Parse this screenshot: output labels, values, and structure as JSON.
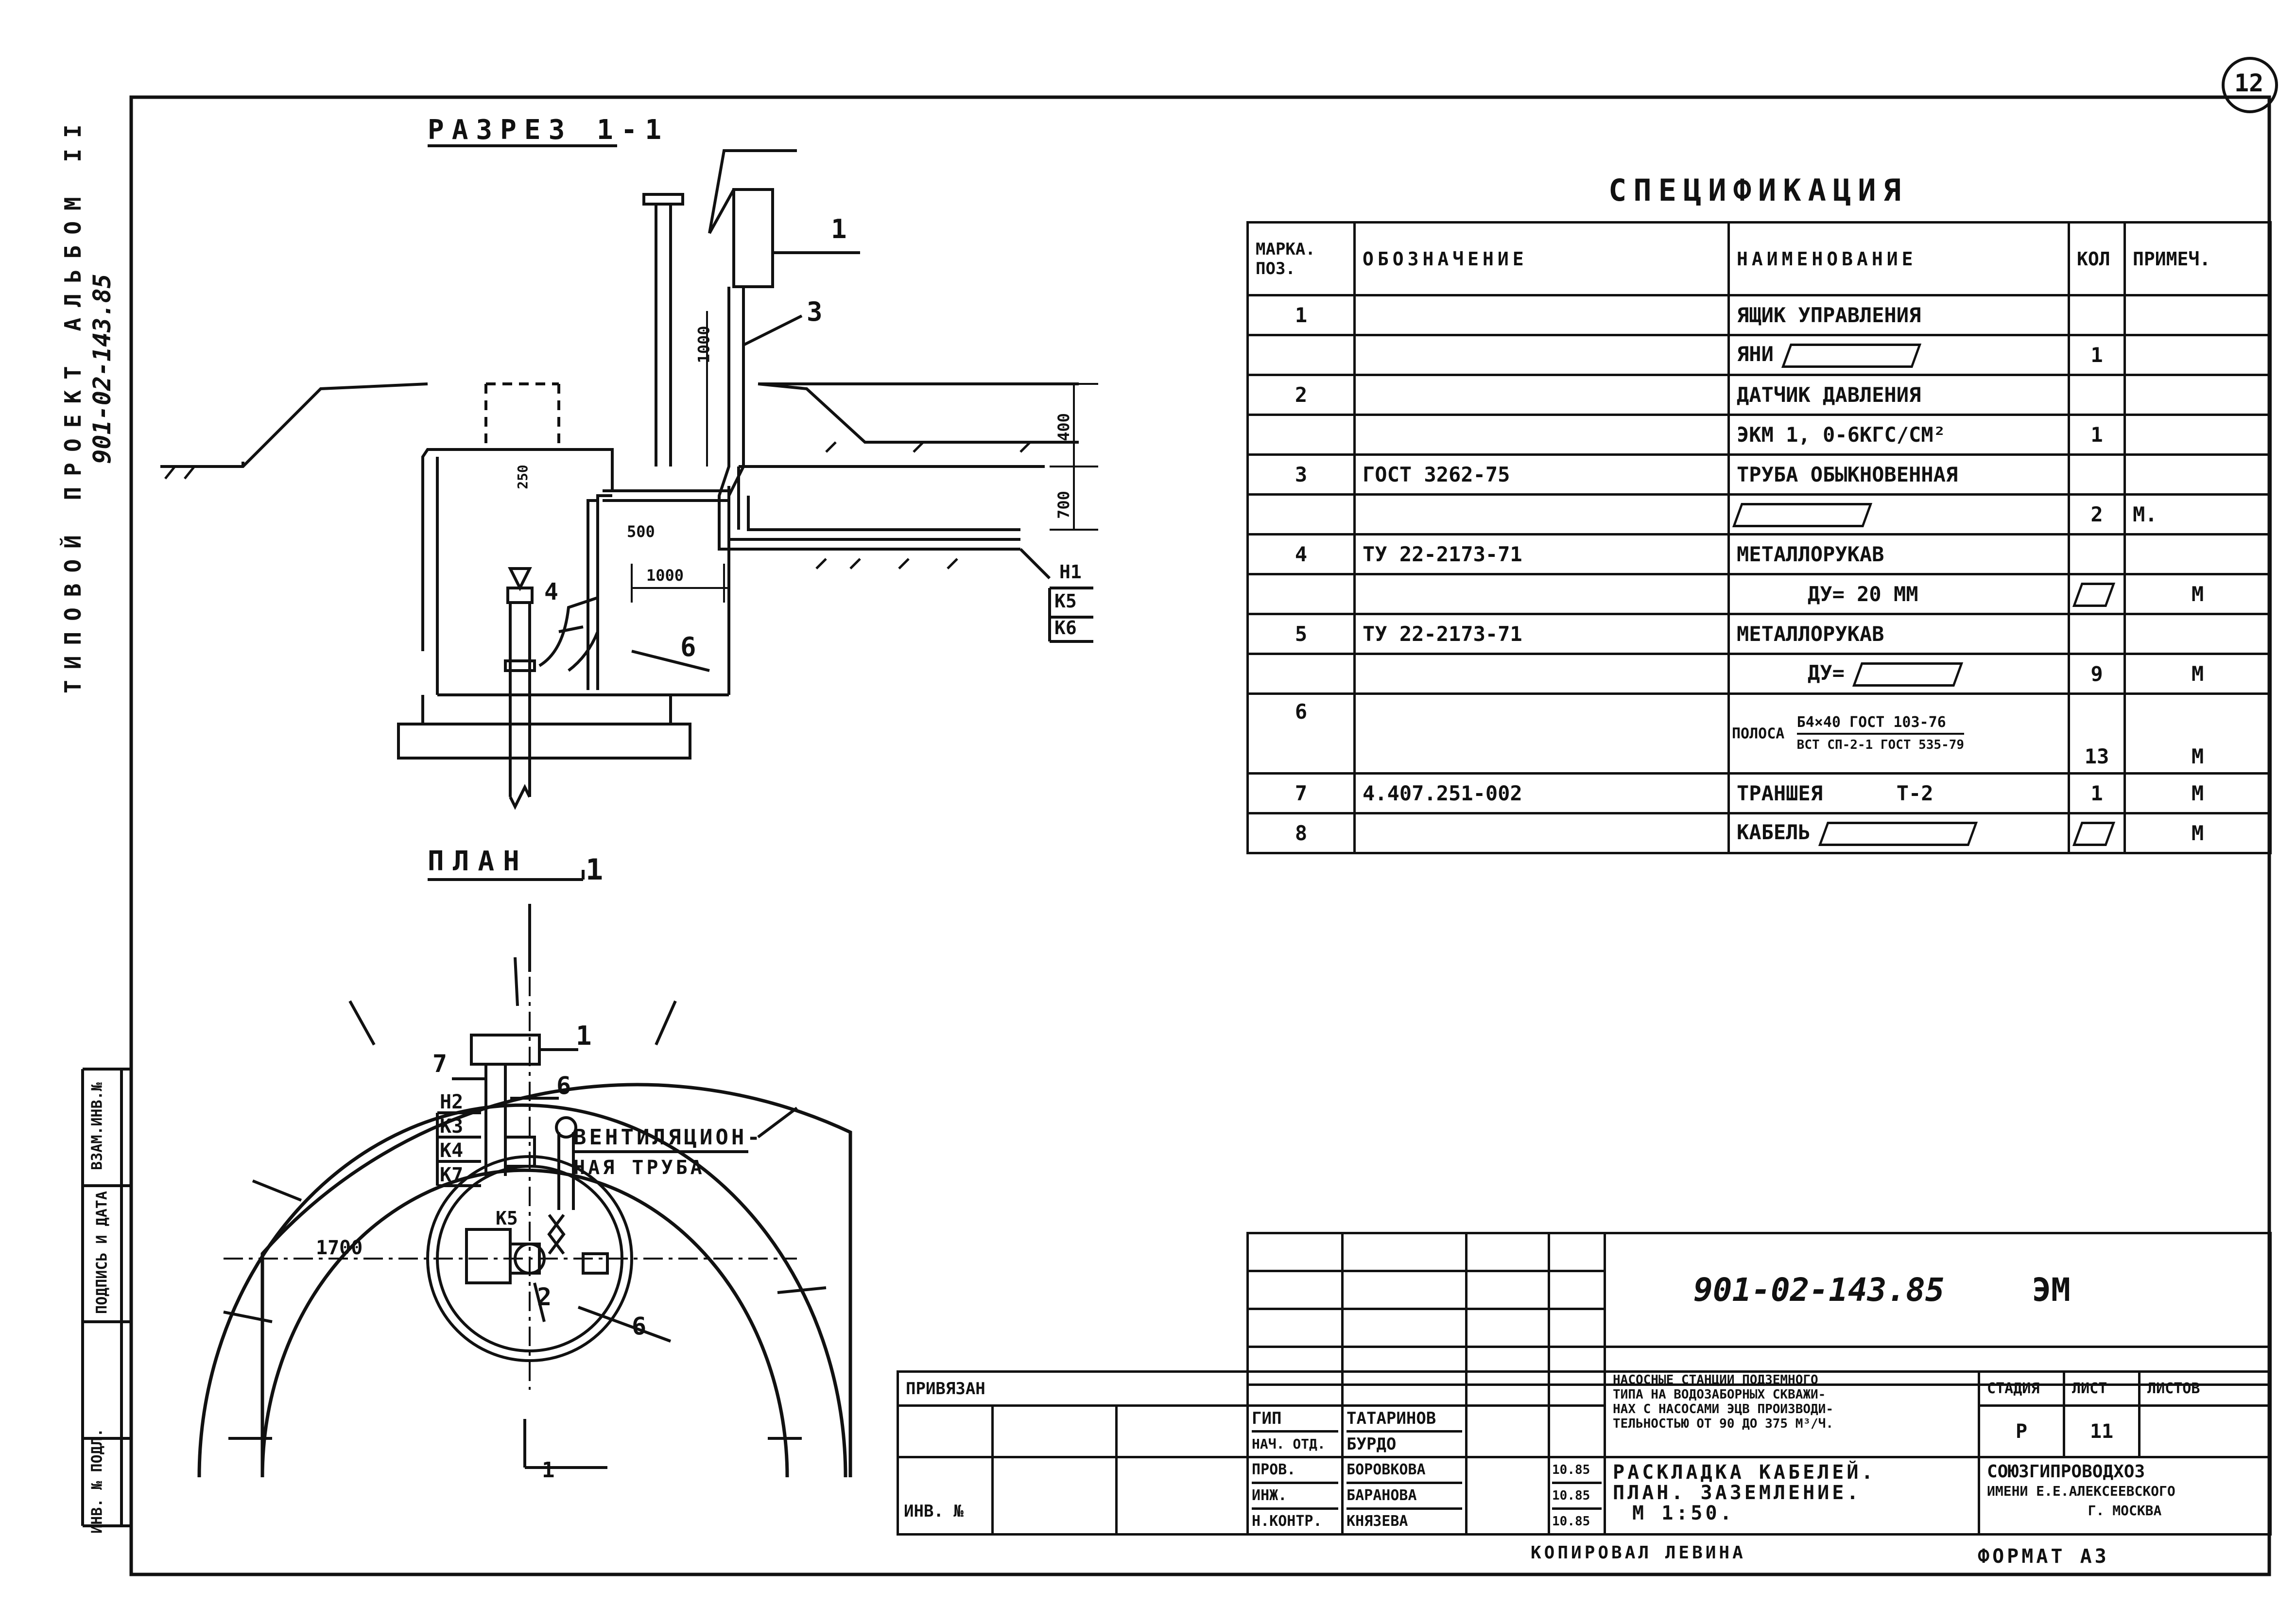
{
  "page_badge": "12",
  "side_album": "ТИПОВОЙ ПРОЕКТ   АЛЬБОМ II",
  "side_code": "901-02-143.85",
  "side_stamps": [
    "ВЗАМ.ИНВ.№",
    "ПОДПИСЬ И ДАТА",
    "ИНВ. № ПОДЛ."
  ],
  "section_title": "РАЗРЕЗ 1-1",
  "plan_title": "ПЛАН",
  "plan_cut_mark": "1",
  "section_dims": {
    "d1000_vert": "1000",
    "d400": "400",
    "d700": "700",
    "d250": "250",
    "d500": "500",
    "d1000_horiz": "1000"
  },
  "section_leaders": {
    "l1": "1",
    "l3": "3",
    "l4": "4",
    "l6": "6"
  },
  "section_cables": [
    "Н1",
    "К5",
    "К6"
  ],
  "plan_leaders": {
    "l1": "1",
    "l7": "7",
    "l6a": "6",
    "l2": "2",
    "l6b": "6",
    "lk5": "К5"
  },
  "plan_cables": [
    "Н2",
    "К3",
    "К4",
    "К7"
  ],
  "plan_dim": "1700",
  "plan_vent": [
    "ВЕНТИЛЯЦИОН-",
    "НАЯ ТРУБА"
  ],
  "plan_bottom_cut": "1",
  "spec": {
    "title": "СПЕЦИФИКАЦИЯ",
    "headers": [
      "МАРКА. ПОЗ.",
      "ОБОЗНАЧЕНИЕ",
      "НАИМЕНОВАНИЕ",
      "КОЛ",
      "ПРИМЕЧ."
    ],
    "rows": [
      [
        "1",
        "",
        "ЯЩИК УПРАВЛЕНИЯ",
        "",
        ""
      ],
      [
        "",
        "",
        "ЯНИ",
        "1",
        ""
      ],
      [
        "2",
        "",
        "ДАТЧИК ДАВЛЕНИЯ",
        "",
        ""
      ],
      [
        "",
        "",
        "ЭКМ 1, 0-6КГС/СМ²",
        "1",
        ""
      ],
      [
        "3",
        "ГОСТ 3262-75",
        "ТРУБА ОБЫКНОВЕННАЯ",
        "",
        ""
      ],
      [
        "",
        "",
        "",
        "2",
        "М."
      ],
      [
        "4",
        "ТУ 22-2173-71",
        "МЕТАЛЛОРУКАВ",
        "",
        ""
      ],
      [
        "",
        "",
        "ДУ= 20 ММ",
        "",
        "М"
      ],
      [
        "5",
        "ТУ 22-2173-71",
        "МЕТАЛЛОРУКАВ",
        "",
        ""
      ],
      [
        "",
        "",
        "ДУ=",
        "9",
        "М"
      ],
      [
        "6",
        "",
        "ПОЛОСА",
        "13",
        "М"
      ],
      [
        "7",
        "4.407.251-002",
        "ТРАНШЕЯ      Т-2",
        "1",
        "М"
      ],
      [
        "8",
        "",
        "КАБЕЛЬ",
        "",
        "М"
      ]
    ],
    "polosa_top": "Б4×40 ГОСТ 103-76",
    "polosa_bottom": "ВСТ СП-2-1 ГОСТ 535-79"
  },
  "title_block": {
    "doc_code": "901-02-143.85",
    "doc_mark": "ЭМ",
    "privyazan": "ПРИВЯЗАН",
    "inv_no": "ИНВ. №",
    "roles": [
      "ГИП",
      "НАЧ. ОТД.",
      "ПРОВ.",
      "ИНЖ.",
      "Н.КОНТР."
    ],
    "names": [
      "ТАТАРИНОВ",
      "БУРДО",
      "БОРОВКОВА",
      "БАРАНОВА",
      "КНЯЗЕВА"
    ],
    "dates": [
      "",
      "",
      "10.85",
      "10.85",
      "10.85"
    ],
    "project_desc": [
      "НАСОСНЫЕ СТАНЦИИ ПОДЗЕМНОГО",
      "ТИПА НА ВОДОЗАБОРНЫХ СКВАЖИ-",
      "НАХ С НАСОСАМИ ЭЦВ ПРОИЗВОДИ-",
      "ТЕЛЬНОСТЬЮ ОТ 90 ДО 375 М³/Ч."
    ],
    "sheet_title": [
      "РАСКЛАДКА КАБЕЛЕЙ.",
      "ПЛАН. ЗАЗЕМЛЕНИЕ.",
      "М 1:50."
    ],
    "stage_label": "СТАДИЯ",
    "sheet_label": "ЛИСТ",
    "sheets_label": "ЛИСТОВ",
    "stage": "Р",
    "sheet": "11",
    "org": [
      "СОЮЗГИПРОВОДХОЗ",
      "ИМЕНИ Е.Е.АЛЕКСЕЕВСКОГО",
      "Г. МОСКВА"
    ],
    "copied": "КОПИРОВАЛ ЛЕВИНА",
    "format": "ФОРМАТ А3"
  }
}
